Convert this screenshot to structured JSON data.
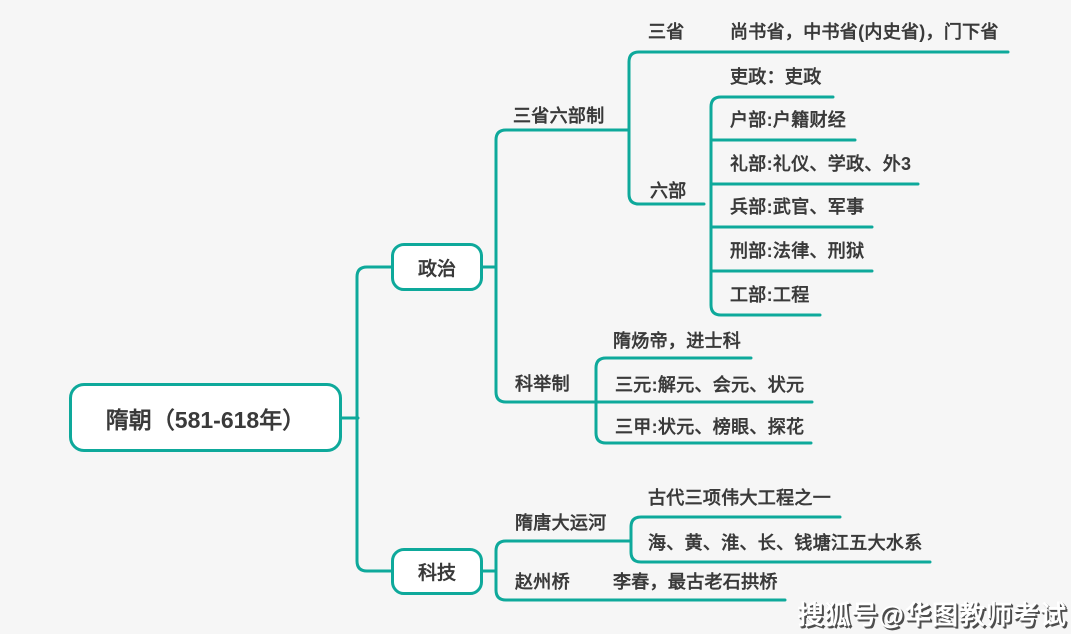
{
  "colors": {
    "accent": "#0ea99b",
    "text": "#3a3a3a",
    "background": "#f6f6f6",
    "node_fill": "#ffffff",
    "watermark_text": "#ffffff",
    "watermark_shadow": "#4d4d4d"
  },
  "root": {
    "label": "隋朝（581-618年）"
  },
  "politics": {
    "label": "政治",
    "san_sheng_liu_bu_zhi": {
      "label": "三省六部制",
      "san_sheng": {
        "label": "三省",
        "value": "尚书省，中书省(内史省)，门下省"
      },
      "liu_bu": {
        "label": "六部",
        "items": [
          "吏政：吏政",
          "户部:户籍财经",
          "礼部:礼仪、学政、外3",
          "兵部:武官、军事",
          "刑部:法律、刑狱",
          "工部:工程"
        ]
      }
    },
    "ke_ju_zhi": {
      "label": "科举制",
      "items": [
        "隋炀帝，进士科",
        "三元:解元、会元、状元",
        "三甲:状元、榜眼、探花"
      ]
    }
  },
  "technology": {
    "label": "科技",
    "grand_canal": {
      "label": "隋唐大运河",
      "items": [
        "古代三项伟大工程之一",
        "海、黄、淮、长、钱塘江五大水系"
      ]
    },
    "zhaozhou_bridge": {
      "label": "赵州桥",
      "value": "李春，最古老石拱桥"
    }
  },
  "watermark": {
    "text": "搜狐号@华图教师考试"
  }
}
